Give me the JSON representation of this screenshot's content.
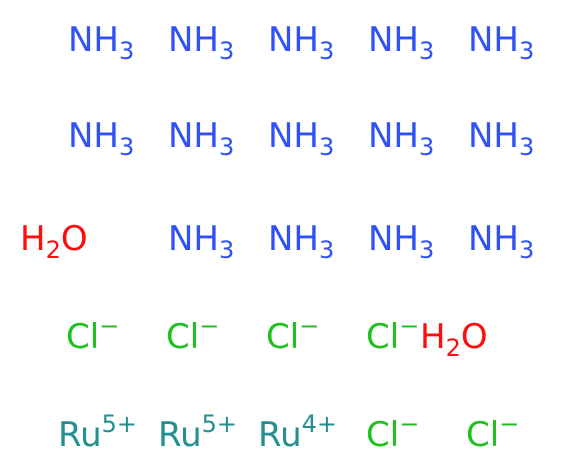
{
  "colors": {
    "nitrogen": "#3050f8",
    "oxygen": "#ff0d0d",
    "chlorine": "#1fc01f",
    "ruthenium": "#248f8f"
  },
  "species": {
    "ammonia": {
      "element": "NH",
      "sub": "3"
    },
    "water": {
      "element1": "H",
      "sub": "2",
      "element2": "O"
    },
    "chloride": {
      "element": "Cl",
      "charge": "−"
    },
    "ruthenium5": {
      "element": "Ru",
      "charge": "5+"
    },
    "ruthenium4": {
      "element": "Ru",
      "charge": "4+"
    }
  }
}
